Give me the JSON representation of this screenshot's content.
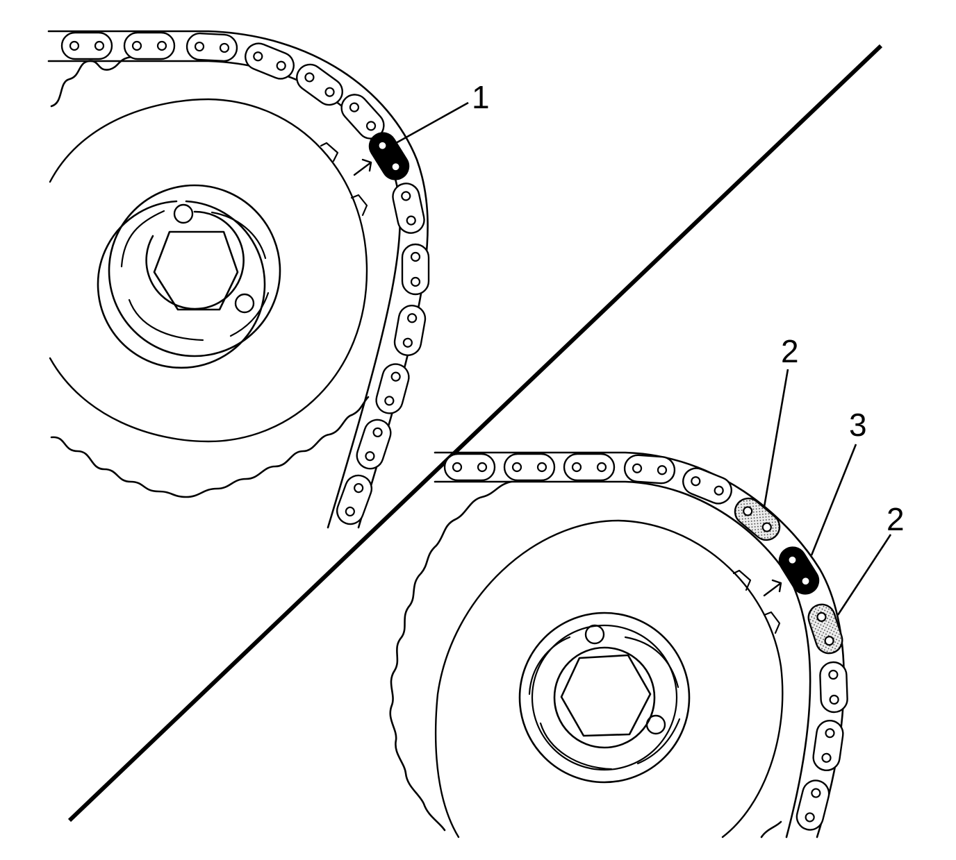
{
  "callouts": {
    "c1": "1",
    "c2a": "2",
    "c3": "3",
    "c2b": "2"
  },
  "colors": {
    "ink": "#000000",
    "background": "#ffffff",
    "shaded_link_fill": "#e6e6e6"
  },
  "icons": [
    "timing-mark-arrow-icon",
    "sprocket-icon",
    "hex-bolt-icon"
  ]
}
